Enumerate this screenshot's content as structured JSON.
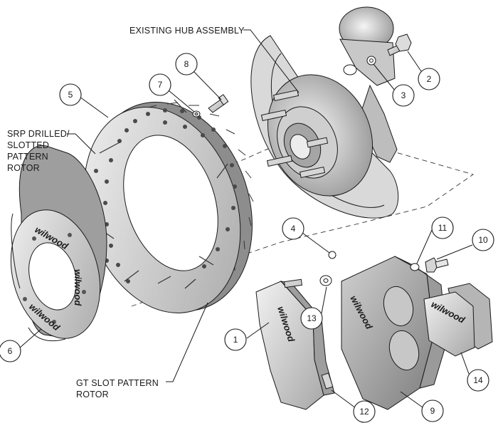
{
  "labels": {
    "hub": "EXISTING HUB ASSEMBLY",
    "srp_line1": "SRP DRILLED/",
    "srp_line2": "SLOTTED",
    "srp_line3": "PATTERN",
    "srp_line4": "ROTOR",
    "gt_line1": "GT SLOT PATTERN",
    "gt_line2": "ROTOR"
  },
  "brand_text": "wilwood",
  "callouts": [
    "1",
    "2",
    "3",
    "4",
    "5",
    "6",
    "7",
    "8",
    "9",
    "10",
    "11",
    "12",
    "13",
    "14"
  ],
  "colors": {
    "line": "#1a1a1a",
    "metal_light": "#e2e2e2",
    "metal_mid": "#b9b9b9",
    "metal_dark": "#8c8c8c"
  }
}
